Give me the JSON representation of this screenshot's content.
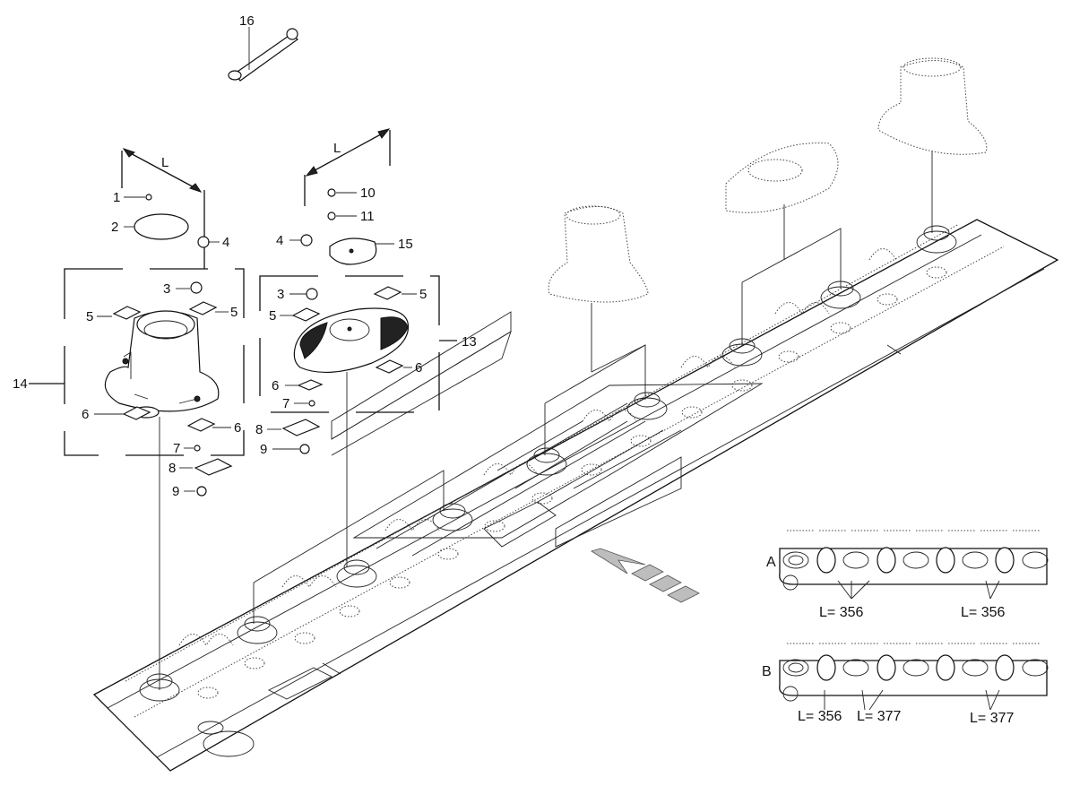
{
  "labels": {
    "n1": "1",
    "n2": "2",
    "n3a": "3",
    "n3b": "3",
    "n4a": "4",
    "n4b": "4",
    "n5a": "5",
    "n5b": "5",
    "n5c": "5",
    "n5d": "5",
    "n6a": "6",
    "n6b": "6",
    "n6c": "6",
    "n6d": "6",
    "n7a": "7",
    "n7b": "7",
    "n8a": "8",
    "n8b": "8",
    "n9a": "9",
    "n9b": "9",
    "n10": "10",
    "n11": "11",
    "n13": "13",
    "n14": "14",
    "n15": "15",
    "n16": "16",
    "dimL1": "L",
    "dimL2": "L"
  },
  "insets": {
    "a": {
      "letter": "A",
      "len1": "L= 356",
      "len2": "L= 356"
    },
    "b": {
      "letter": "B",
      "len1": "L= 356",
      "len2": "L= 377",
      "len3": "L= 377"
    }
  }
}
